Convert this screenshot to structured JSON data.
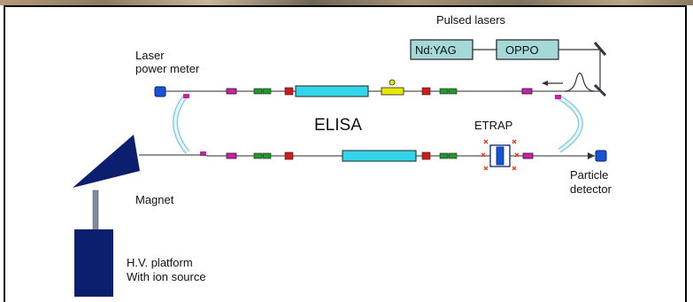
{
  "labels": {
    "pulsed_lasers": "Pulsed lasers",
    "nd_yag": "Nd:YAG",
    "oppo": "OPPO",
    "laser_power_meter_line1": "Laser",
    "laser_power_meter_line2": "power meter",
    "elisa": "ELISA",
    "etrap": "ETRAP",
    "magnet": "Magnet",
    "particle_detector_line1": "Particle",
    "particle_detector_line2": "detector",
    "hv_platform_line1": "H.V. platform",
    "hv_platform_line2": "With ion source"
  },
  "colors": {
    "cyan": "#33d6e8",
    "laser_box_fill": "#a5d8d8",
    "navy": "#0c1f6e",
    "magenta": "#cc1fa3",
    "green": "#1f9a2a",
    "red": "#d11a1a",
    "yellow": "#e9e600",
    "detector_blue": "#1654d6"
  }
}
